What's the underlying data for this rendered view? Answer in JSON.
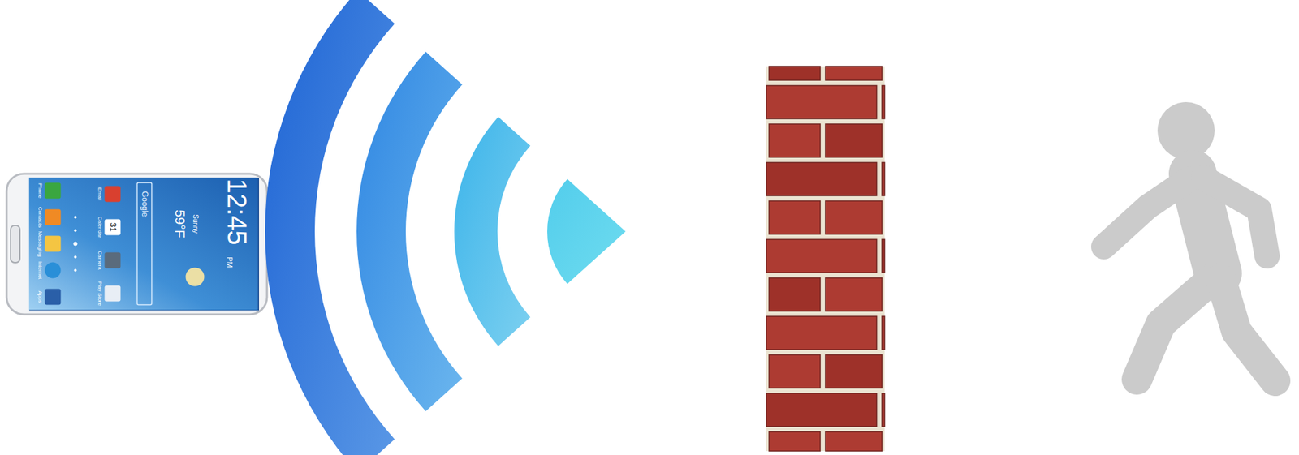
{
  "diagram": {
    "labels": [
      "12:45",
      "PM",
      "Sunny",
      "59°F",
      "Google",
      "Email",
      "Calendar",
      "Camera",
      "Play Store",
      "Phone",
      "Contacts",
      "Messaging",
      "Internet",
      "Apps",
      "31"
    ]
  }
}
